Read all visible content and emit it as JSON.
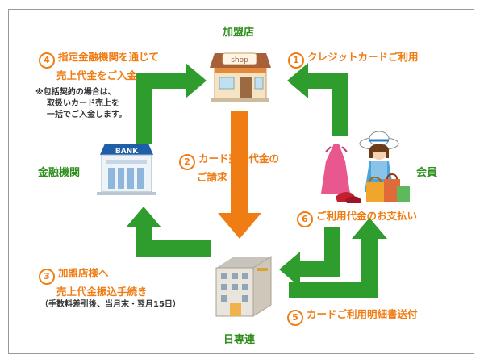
{
  "nodes": {
    "shop": "加盟店",
    "shop_sign": "shop",
    "bank": "金融機関",
    "bank_sign": "BANK",
    "member": "会員",
    "nissenren": "日専連"
  },
  "steps": {
    "s1": {
      "num": "1",
      "text": "クレジットカードご利用"
    },
    "s2": {
      "num": "2",
      "line1": "カード売上代金の",
      "line2": "ご請求"
    },
    "s3": {
      "num": "3",
      "line1": "加盟店様へ",
      "line2": "売上代金振込手続き",
      "note": "（手数料差引後、当月末・翌月15日）"
    },
    "s4": {
      "num": "4",
      "line1": "指定金融機関を通じて",
      "line2": "売上代金をご入金",
      "note1": "※包括契約の場合は、",
      "note2": "取扱いカード売上を",
      "note3": "一括でご入金します。"
    },
    "s5": {
      "num": "5",
      "text": "カードご利用明細書送付"
    },
    "s6": {
      "num": "6",
      "text": "ご利用代金のお支払い"
    }
  },
  "colors": {
    "green": "#2f9c2e",
    "orange": "#f07c14",
    "label_green": "#2f8f1d"
  }
}
